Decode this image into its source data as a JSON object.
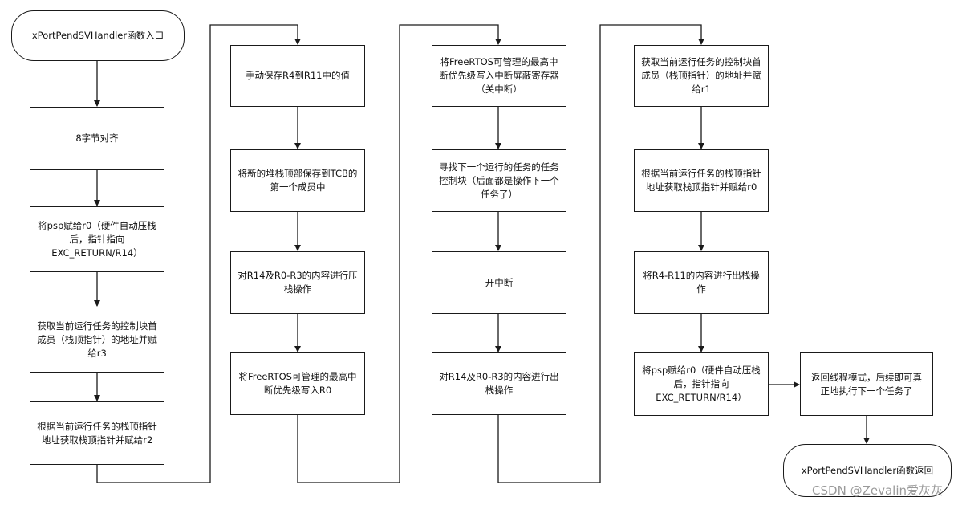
{
  "nodes": {
    "start": "xPortPendSVHandler函数入口",
    "c1_align": "8字节对齐",
    "c1_psp": "将psp赋给r0（硬件自动压栈后，指针指向EXC_RETURN/R14）",
    "c1_get_tcb": "获取当前运行任务的控制块首成员（栈顶指针）的地址并赋给r3",
    "c1_get_top": "根据当前运行任务的栈顶指针地址获取栈顶指针并赋给r2",
    "c2_save": "手动保存R4到R11中的值",
    "c2_store": "将新的堆栈顶部保存到TCB的第一个成员中",
    "c2_push": "对R14及R0-R3的内容进行压栈操作",
    "c2_basepri": "将FreeRTOS可管理的最高中断优先级写入R0",
    "c3_mask": "将FreeRTOS可管理的最高中断优先级写入中断屏蔽寄存器（关中断）",
    "c3_find": "寻找下一个运行的任务的任务控制块（后面都是操作下一个任务了）",
    "c3_enable": "开中断",
    "c3_pop": "对R14及R0-R3的内容进行出栈操作",
    "c4_get_tcb": "获取当前运行任务的控制块首成员（栈顶指针）的地址并赋给r1",
    "c4_get_top": "根据当前运行任务的栈顶指针地址获取栈顶指针并赋给r0",
    "c4_pop": "将R4-R11的内容进行出栈操作",
    "c4_psp": "将psp赋给r0（硬件自动压栈后，指针指向EXC_RETURN/R14）",
    "return_thread": "返回线程模式，后续即可真正地执行下一个任务了",
    "end": "xPortPendSVHandler函数返回"
  },
  "watermark": "CSDN @Zevalin爱灰灰"
}
